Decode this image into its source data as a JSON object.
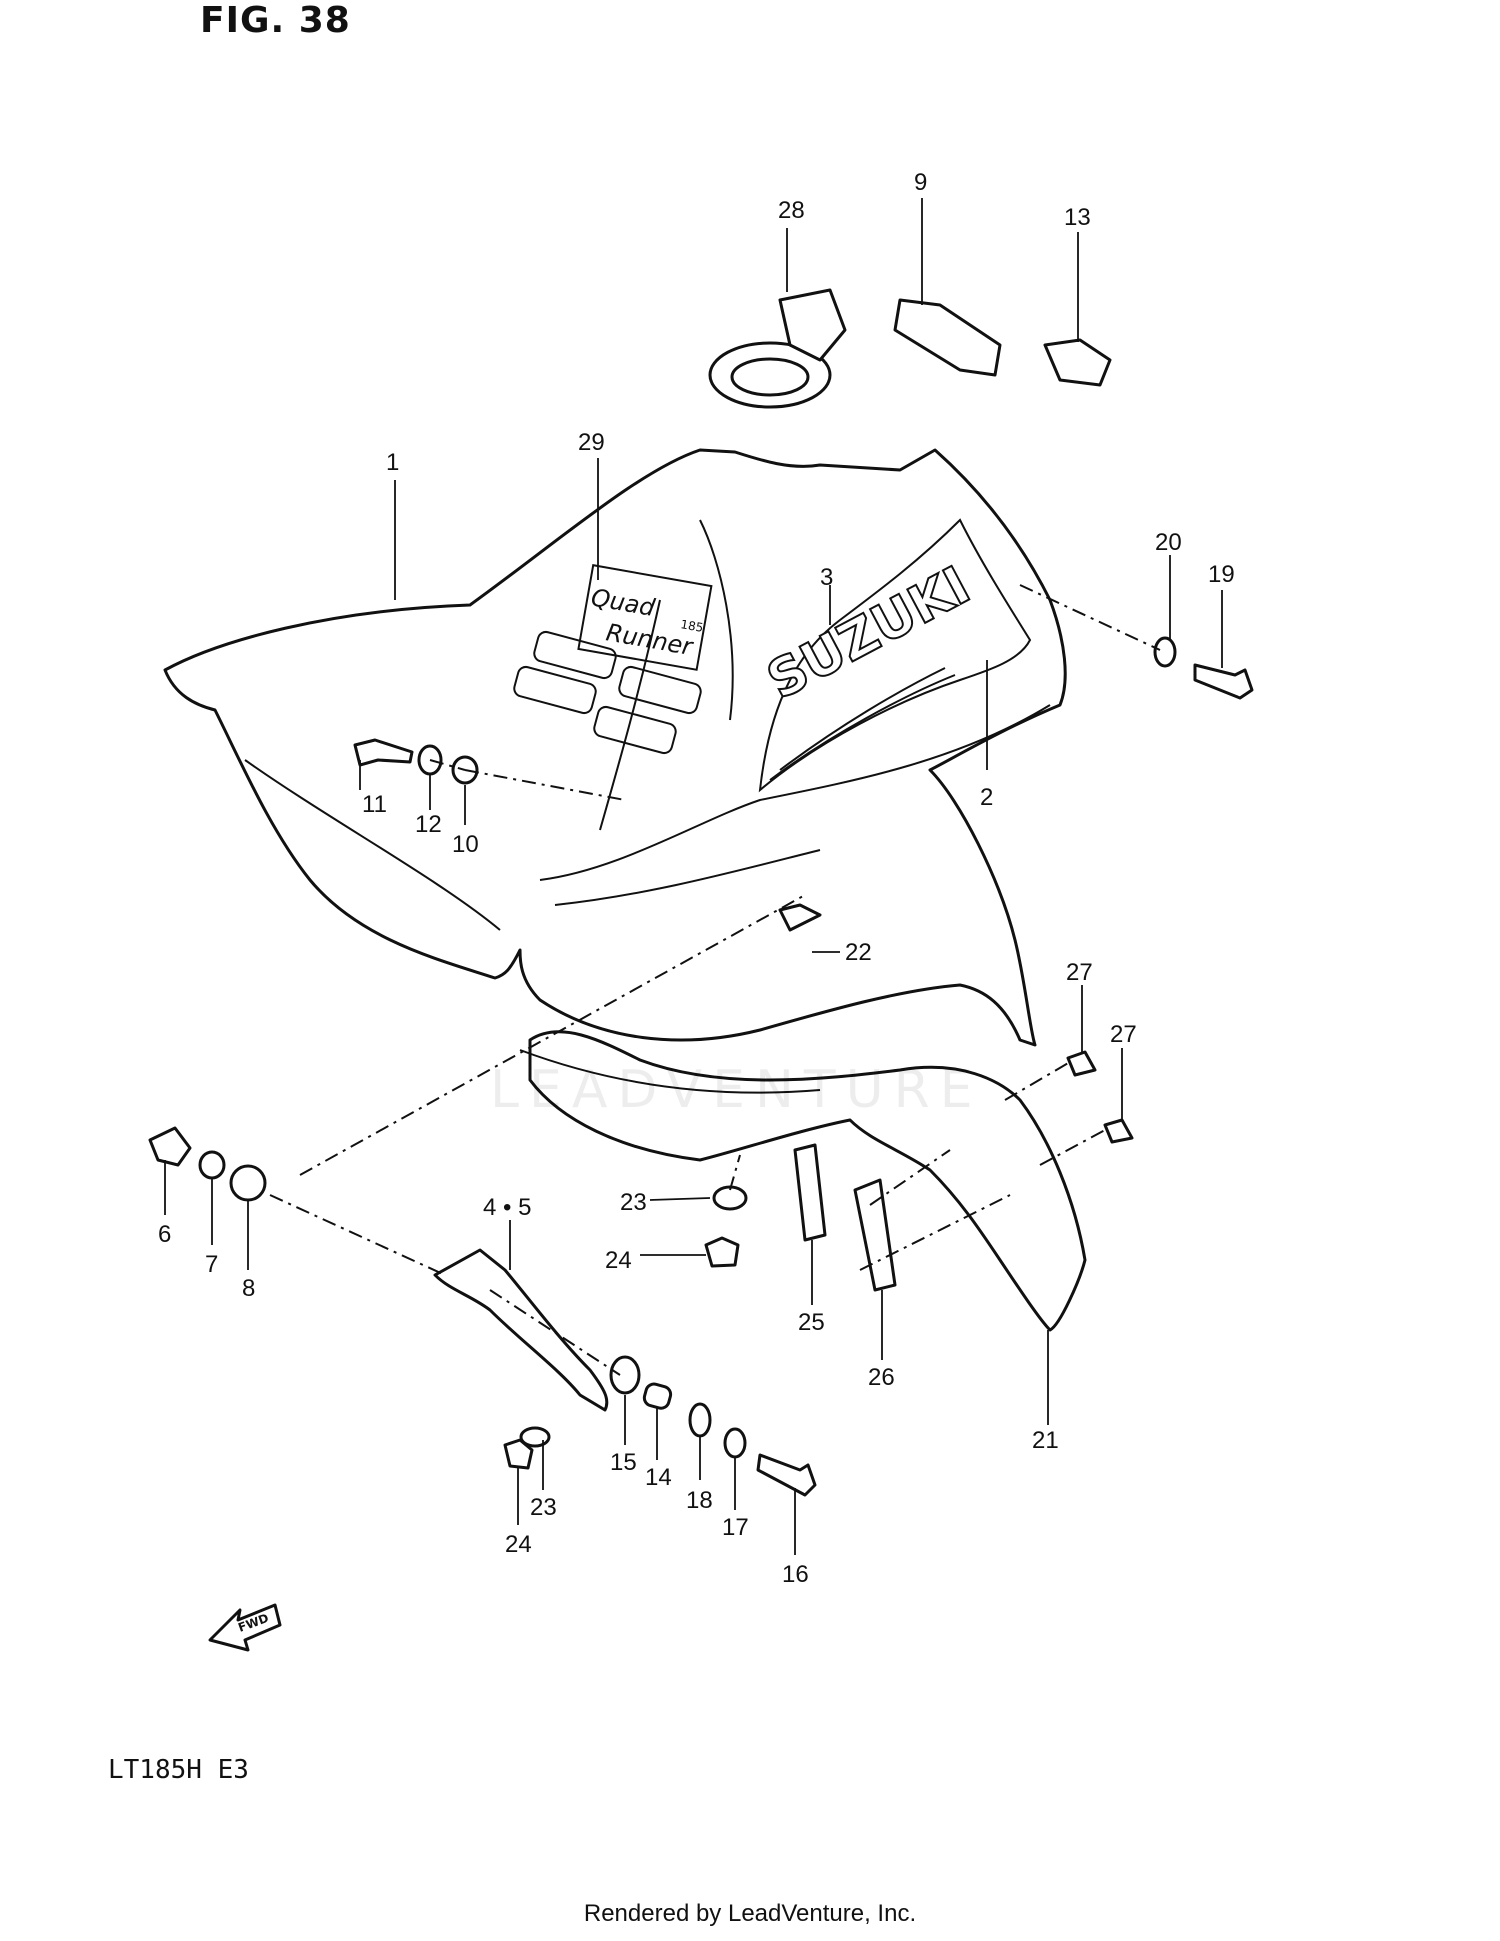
{
  "figure": {
    "title": "FIG. 38",
    "model": "LT185H E3",
    "credit": "Rendered by LeadVenture, Inc.",
    "watermark": "LEADVENTURE",
    "direction_marker": "FWD"
  },
  "decal": {
    "brand": "SUZUKI",
    "model_line1": "Quad",
    "model_line2": "Runner",
    "model_number": "185"
  },
  "callouts": {
    "c1": "1",
    "c2": "2",
    "c3": "3",
    "c4_5": "4 • 5",
    "c6": "6",
    "c7": "7",
    "c8": "8",
    "c9": "9",
    "c10": "10",
    "c11": "11",
    "c12": "12",
    "c13": "13",
    "c14": "14",
    "c15": "15",
    "c16": "16",
    "c17": "17",
    "c18": "18",
    "c19": "19",
    "c20": "20",
    "c21": "21",
    "c22": "22",
    "c23a": "23",
    "c23b": "23",
    "c24a": "24",
    "c24b": "24",
    "c25": "25",
    "c26": "26",
    "c27a": "27",
    "c27b": "27",
    "c28": "28",
    "c29": "29"
  }
}
